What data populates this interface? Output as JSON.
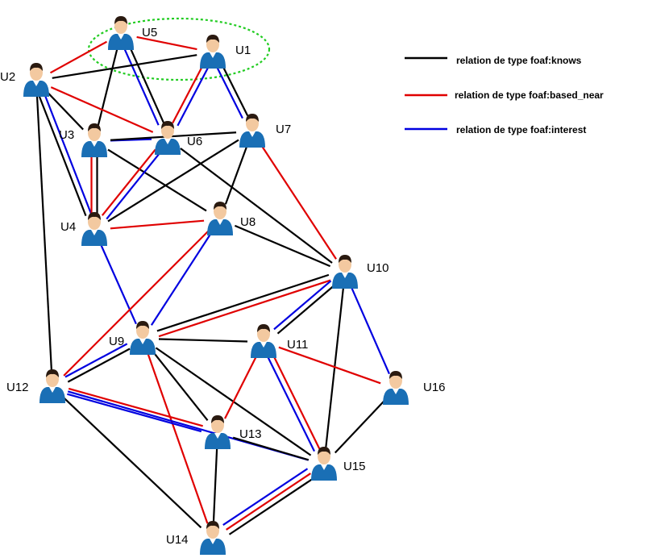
{
  "legend": [
    {
      "label": "relation de type foaf:knows",
      "color": "#000000"
    },
    {
      "label": "relation de type foaf:based_near",
      "color": "#e00000"
    },
    {
      "label": "relation de type foaf:interest",
      "color": "#0000e0"
    }
  ],
  "highlight_color": "#22cc22",
  "person_colors": {
    "shirt": "#1a6fb5",
    "skin": "#f3c9a0",
    "hair": "#2a1a10"
  },
  "nodes": [
    {
      "id": "U1",
      "label": "U1"
    },
    {
      "id": "U2",
      "label": "U2"
    },
    {
      "id": "U3",
      "label": "U3"
    },
    {
      "id": "U4",
      "label": "U4"
    },
    {
      "id": "U5",
      "label": "U5"
    },
    {
      "id": "U6",
      "label": "U6"
    },
    {
      "id": "U7",
      "label": "U7"
    },
    {
      "id": "U8",
      "label": "U8"
    },
    {
      "id": "U9",
      "label": "U9"
    },
    {
      "id": "U10",
      "label": "U10"
    },
    {
      "id": "U11",
      "label": "U11"
    },
    {
      "id": "U12",
      "label": "U12"
    },
    {
      "id": "U13",
      "label": "U13"
    },
    {
      "id": "U14",
      "label": "U14"
    },
    {
      "id": "U15",
      "label": "U15"
    },
    {
      "id": "U16",
      "label": "U16"
    }
  ],
  "edges": [
    {
      "from": "U5",
      "to": "U1",
      "type": "based_near"
    },
    {
      "from": "U5",
      "to": "U2",
      "type": "based_near"
    },
    {
      "from": "U5",
      "to": "U3",
      "type": "knows"
    },
    {
      "from": "U5",
      "to": "U6",
      "type": "knows"
    },
    {
      "from": "U5",
      "to": "U6",
      "type": "interest"
    },
    {
      "from": "U1",
      "to": "U6",
      "type": "interest"
    },
    {
      "from": "U1",
      "to": "U6",
      "type": "based_near"
    },
    {
      "from": "U1",
      "to": "U7",
      "type": "knows"
    },
    {
      "from": "U1",
      "to": "U7",
      "type": "interest"
    },
    {
      "from": "U2",
      "to": "U1",
      "type": "knows"
    },
    {
      "from": "U2",
      "to": "U3",
      "type": "knows"
    },
    {
      "from": "U2",
      "to": "U6",
      "type": "based_near"
    },
    {
      "from": "U2",
      "to": "U4",
      "type": "interest"
    },
    {
      "from": "U2",
      "to": "U4",
      "type": "knows"
    },
    {
      "from": "U2",
      "to": "U12",
      "type": "knows"
    },
    {
      "from": "U3",
      "to": "U6",
      "type": "interest"
    },
    {
      "from": "U3",
      "to": "U7",
      "type": "knows"
    },
    {
      "from": "U3",
      "to": "U4",
      "type": "knows"
    },
    {
      "from": "U3",
      "to": "U4",
      "type": "based_near"
    },
    {
      "from": "U3",
      "to": "U8",
      "type": "knows"
    },
    {
      "from": "U6",
      "to": "U4",
      "type": "interest"
    },
    {
      "from": "U6",
      "to": "U4",
      "type": "based_near"
    },
    {
      "from": "U6",
      "to": "U10",
      "type": "knows"
    },
    {
      "from": "U7",
      "to": "U4",
      "type": "knows"
    },
    {
      "from": "U7",
      "to": "U8",
      "type": "knows"
    },
    {
      "from": "U7",
      "to": "U10",
      "type": "based_near"
    },
    {
      "from": "U4",
      "to": "U8",
      "type": "based_near"
    },
    {
      "from": "U4",
      "to": "U9",
      "type": "interest"
    },
    {
      "from": "U8",
      "to": "U9",
      "type": "interest"
    },
    {
      "from": "U8",
      "to": "U12",
      "type": "based_near"
    },
    {
      "from": "U8",
      "to": "U10",
      "type": "knows"
    },
    {
      "from": "U10",
      "to": "U9",
      "type": "based_near"
    },
    {
      "from": "U10",
      "to": "U9",
      "type": "knows"
    },
    {
      "from": "U10",
      "to": "U11",
      "type": "knows"
    },
    {
      "from": "U10",
      "to": "U11",
      "type": "interest"
    },
    {
      "from": "U10",
      "to": "U16",
      "type": "interest"
    },
    {
      "from": "U10",
      "to": "U15",
      "type": "knows"
    },
    {
      "from": "U9",
      "to": "U11",
      "type": "knows"
    },
    {
      "from": "U9",
      "to": "U12",
      "type": "knows"
    },
    {
      "from": "U9",
      "to": "U12",
      "type": "interest"
    },
    {
      "from": "U9",
      "to": "U13",
      "type": "knows"
    },
    {
      "from": "U9",
      "to": "U15",
      "type": "knows"
    },
    {
      "from": "U9",
      "to": "U14",
      "type": "based_near"
    },
    {
      "from": "U11",
      "to": "U16",
      "type": "based_near"
    },
    {
      "from": "U11",
      "to": "U13",
      "type": "based_near"
    },
    {
      "from": "U11",
      "to": "U15",
      "type": "based_near"
    },
    {
      "from": "U11",
      "to": "U15",
      "type": "interest"
    },
    {
      "from": "U16",
      "to": "U15",
      "type": "knows"
    },
    {
      "from": "U12",
      "to": "U13",
      "type": "based_near"
    },
    {
      "from": "U12",
      "to": "U13",
      "type": "interest"
    },
    {
      "from": "U12",
      "to": "U15",
      "type": "interest"
    },
    {
      "from": "U12",
      "to": "U14",
      "type": "knows"
    },
    {
      "from": "U13",
      "to": "U15",
      "type": "knows"
    },
    {
      "from": "U13",
      "to": "U14",
      "type": "knows"
    },
    {
      "from": "U15",
      "to": "U14",
      "type": "knows"
    },
    {
      "from": "U15",
      "to": "U14",
      "type": "based_near"
    },
    {
      "from": "U15",
      "to": "U14",
      "type": "interest"
    }
  ]
}
